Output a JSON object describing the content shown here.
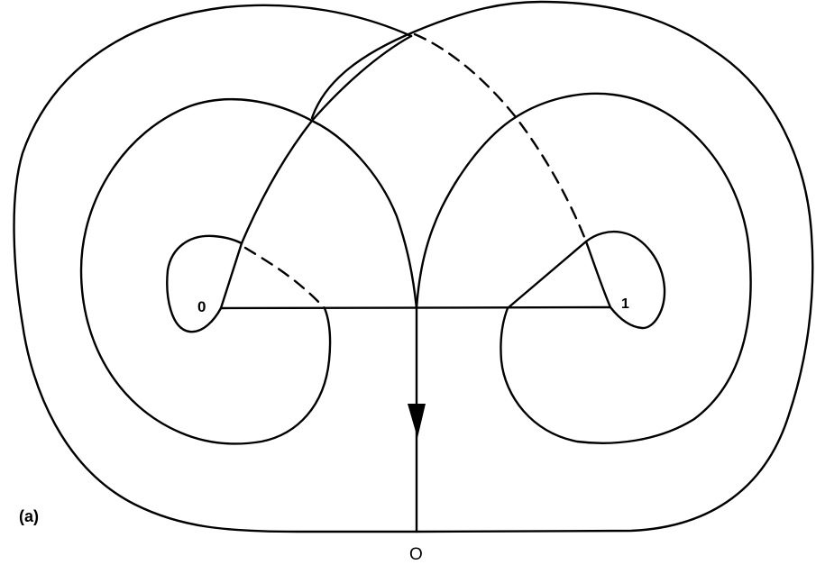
{
  "figure": {
    "panel_label": "(a)",
    "point_labels": {
      "left_point": "0",
      "right_point": "1",
      "bottom_point": "O"
    },
    "description": "Two interlocking spiral curves around points 0 and 1 joined by a horizontal segment; a vertical arrow descends from the center junction to point O; dashed arcs indicate hidden branches",
    "stroke_color": "#000000",
    "background_color": "#ffffff",
    "elements": {
      "horizontal_segment": "0 to 1",
      "arrow_direction": "down",
      "dashed_arcs": 2,
      "spirals": 2
    }
  }
}
